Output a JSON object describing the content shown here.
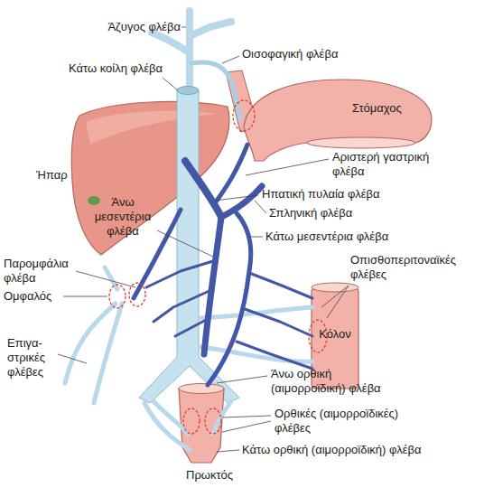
{
  "diagram": {
    "labels": [
      "Άζυγος φλέβα",
      "Οισοφαγική φλέβα",
      "Κάτω κοίλη φλέβα",
      "Στόμαχος",
      "Ήπαρ",
      "Αριστερή γαστρική φλέβα",
      "Ηπατική πυλαία φλέβα",
      "Άνω μεσεντέρια φλέβα",
      "Σπληνική φλέβα",
      "Κάτω μεσεντέρια φλέβα",
      "Παρομφάλια φλέβα",
      "Οπισθοπεριτοναϊκές φλέβες",
      "Ομφαλός",
      "Κόλον",
      "Επιγα- στρικές φλέβες",
      "Άνω ορθική (αιμορροϊδική) φλέβα",
      "Ορθικές (αιμορροϊδικές) φλέβες",
      "Κάτω ορθική (αιμορροϊδική) φλέβα",
      "Πρωκτός"
    ]
  }
}
